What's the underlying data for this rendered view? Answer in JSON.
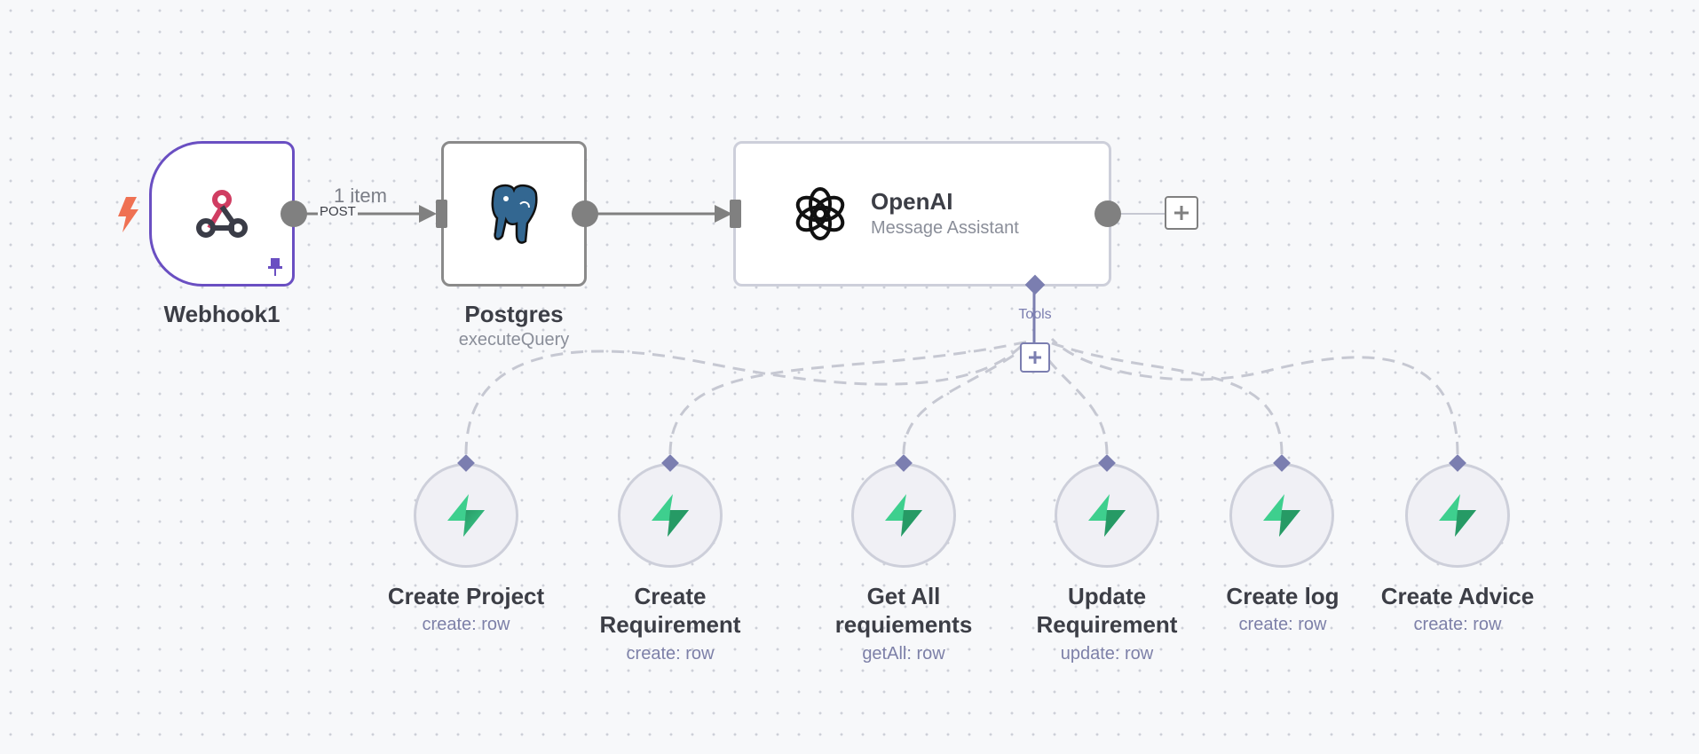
{
  "colors": {
    "accent": "#6a4fc2",
    "connector": "#808080",
    "tool_line": "#c6c8d2",
    "tool_diamond": "#7b7eb0",
    "trigger": "#ef7153"
  },
  "connection": {
    "items_label": "1 item",
    "method": "POST"
  },
  "nodes": {
    "webhook": {
      "title": "Webhook1",
      "icon": "webhook-icon",
      "pinned_icon": "pin-icon",
      "trigger_icon": "lightning-icon"
    },
    "postgres": {
      "title": "Postgres",
      "subtitle": "executeQuery",
      "icon": "postgres-elephant-icon"
    },
    "openai": {
      "title": "OpenAI",
      "subtitle": "Message Assistant",
      "icon": "openai-icon",
      "tools_label": "Tools"
    }
  },
  "tools": [
    {
      "title": "Create Project",
      "subtitle": "create: row"
    },
    {
      "title": "Create Requirement",
      "subtitle": "create: row"
    },
    {
      "title": "Get All requiements",
      "subtitle": "getAll: row"
    },
    {
      "title": "Update Requirement",
      "subtitle": "update: row"
    },
    {
      "title": "Create log",
      "subtitle": "create: row"
    },
    {
      "title": "Create Advice",
      "subtitle": "create: row"
    }
  ]
}
